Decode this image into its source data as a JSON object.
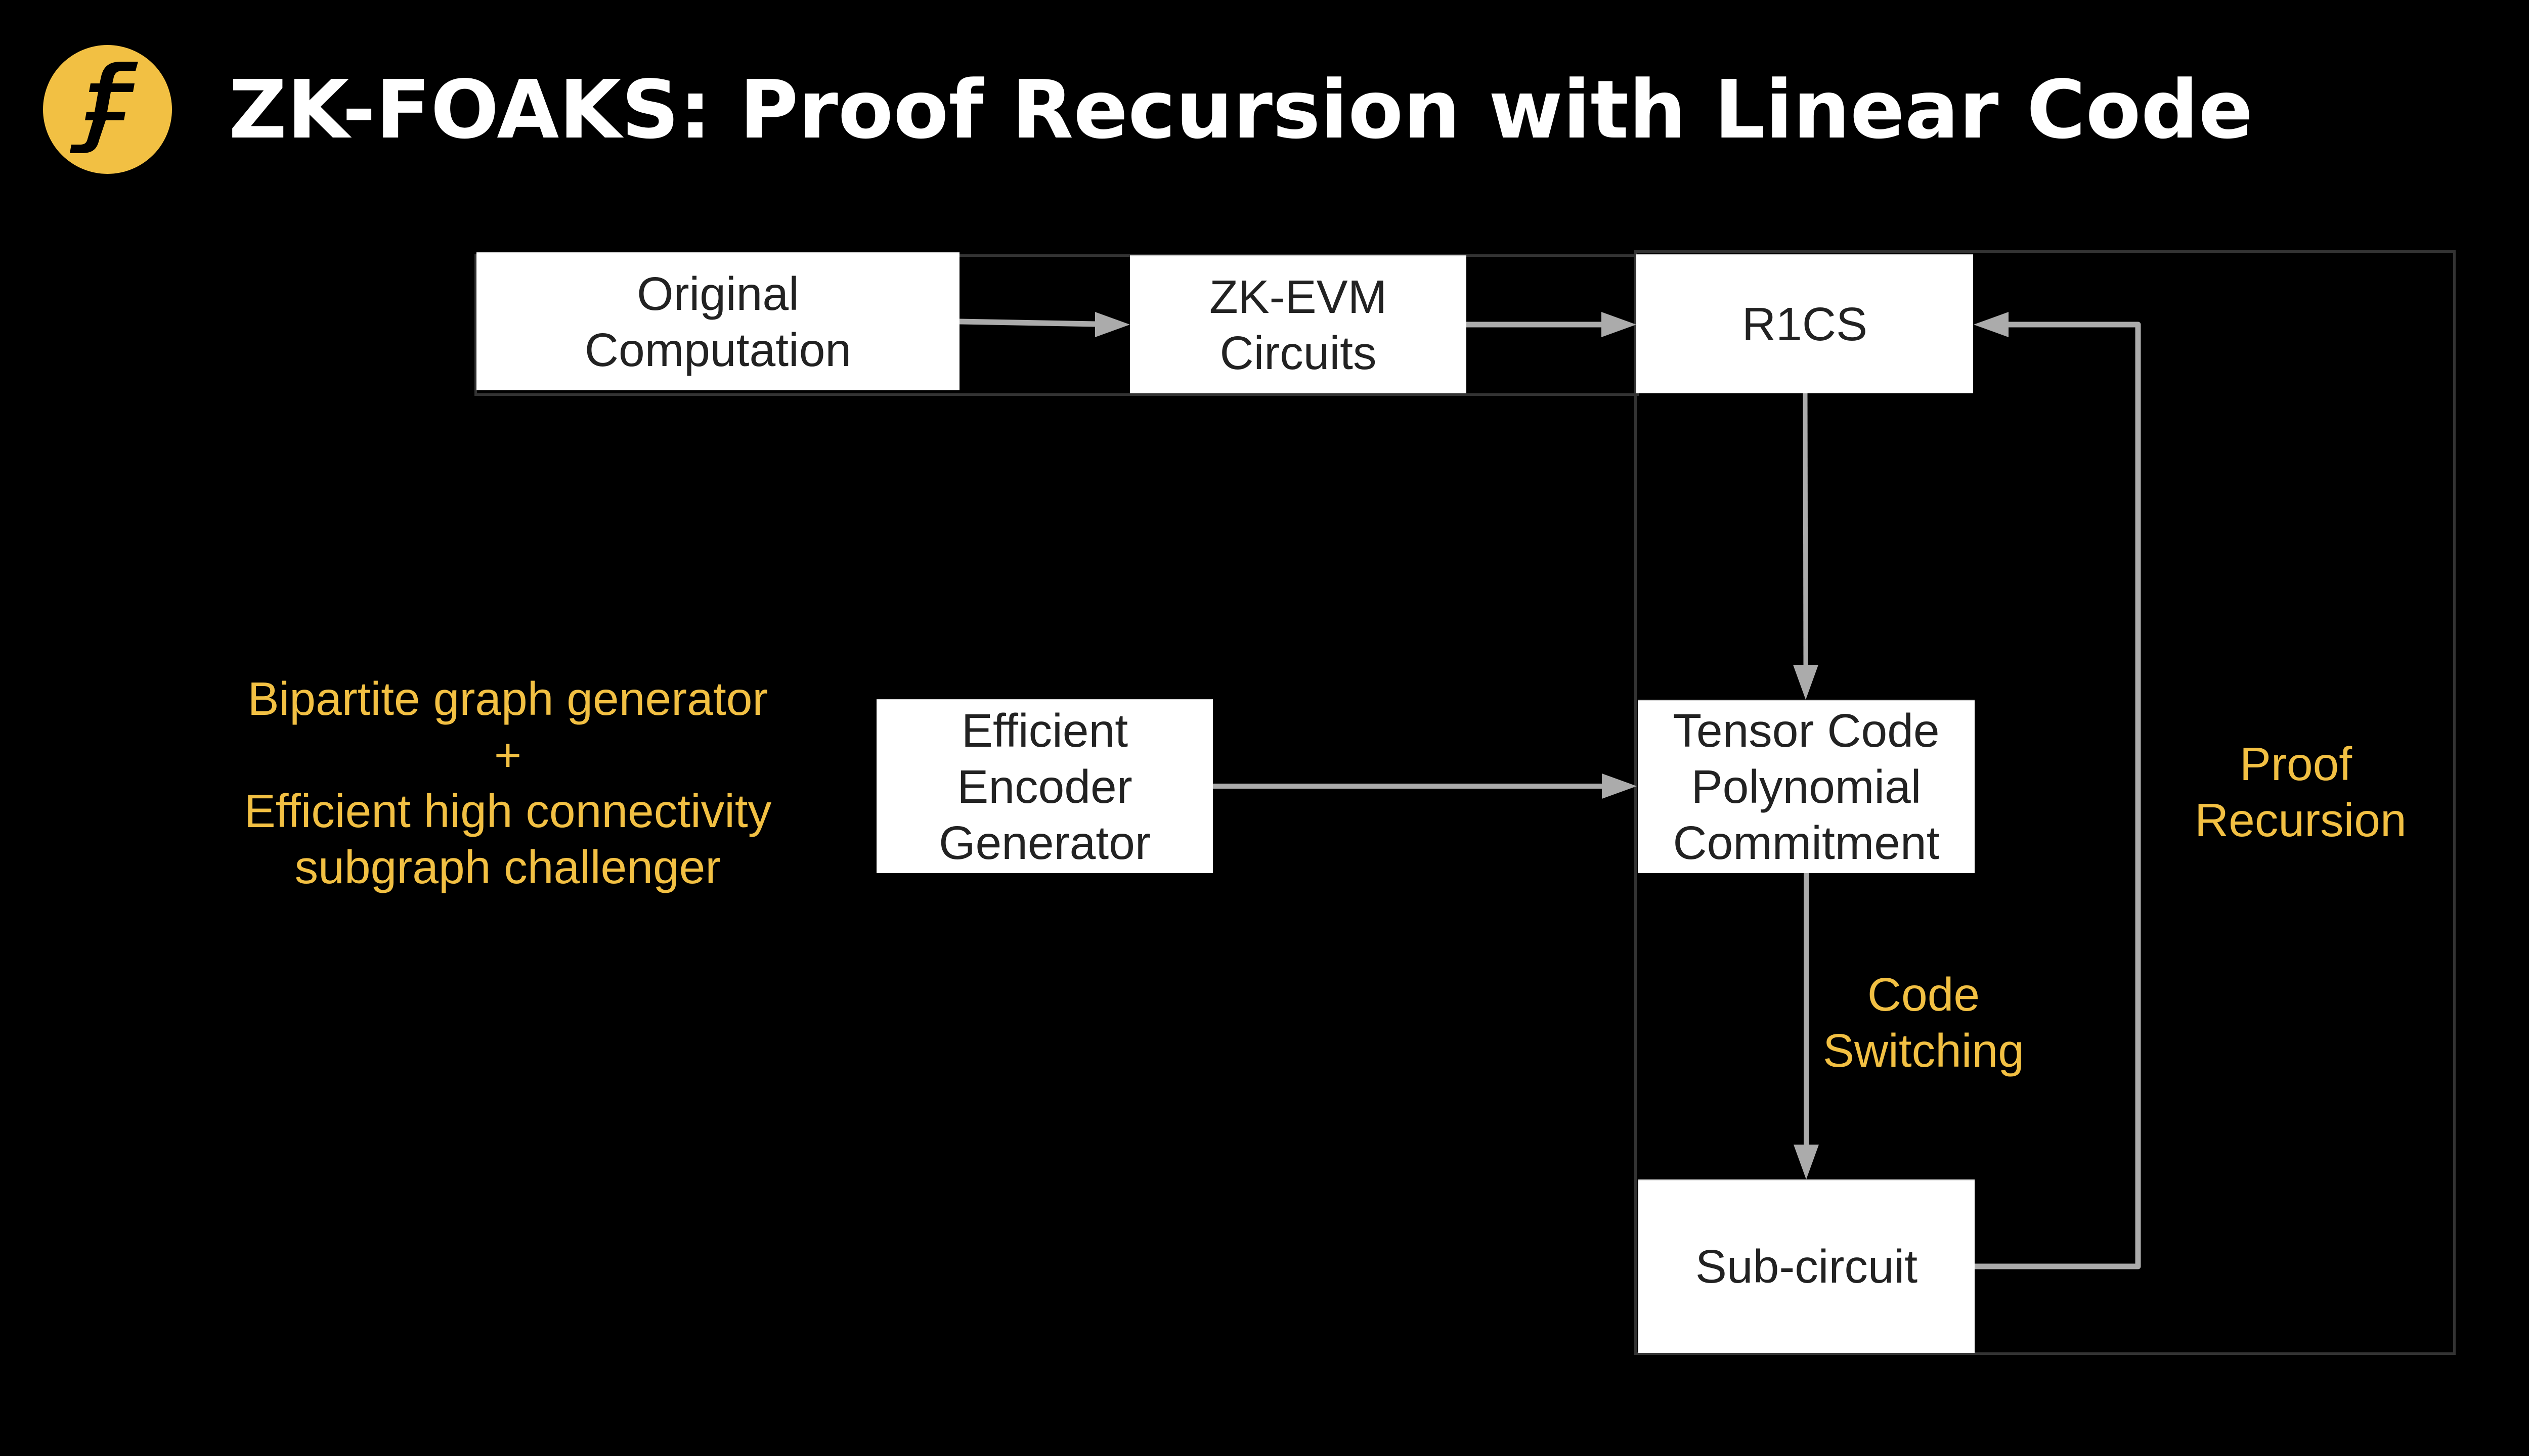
{
  "slide": {
    "title": "ZK-FOAKS: Proof Recursion with Linear Code",
    "logo_icon": "integral-f-icon",
    "colors": {
      "background": "#000000",
      "accent": "#F2C043",
      "title_text": "#FFFFFF",
      "box_fill": "#FFFFFF",
      "box_text": "#222222",
      "arrow": "#ABABAB",
      "frame": "#333333"
    }
  },
  "diagram": {
    "nodes": [
      {
        "id": "original",
        "label": "Original\nComputation"
      },
      {
        "id": "zkevm",
        "label": "ZK-EVM\nCircuits"
      },
      {
        "id": "r1cs",
        "label": "R1CS"
      },
      {
        "id": "encoder",
        "label": "Efficient\nEncoder\nGenerator"
      },
      {
        "id": "tensor",
        "label": "Tensor Code\nPolynomial\nCommitment"
      },
      {
        "id": "subcircuit",
        "label": "Sub-circuit"
      }
    ],
    "edges": [
      {
        "from": "original",
        "to": "zkevm"
      },
      {
        "from": "zkevm",
        "to": "r1cs"
      },
      {
        "from": "r1cs",
        "to": "tensor"
      },
      {
        "from": "encoder",
        "to": "tensor"
      },
      {
        "from": "tensor",
        "to": "subcircuit",
        "label": "Code\nSwitching"
      },
      {
        "from": "subcircuit",
        "to": "r1cs",
        "label": "Proof\nRecursion"
      }
    ],
    "annotations": {
      "left_note": "Bipartite graph generator\n+\nEfficient high connectivity\nsubgraph challenger",
      "code_switching": "Code\nSwitching",
      "proof_recursion": "Proof\nRecursion"
    }
  }
}
